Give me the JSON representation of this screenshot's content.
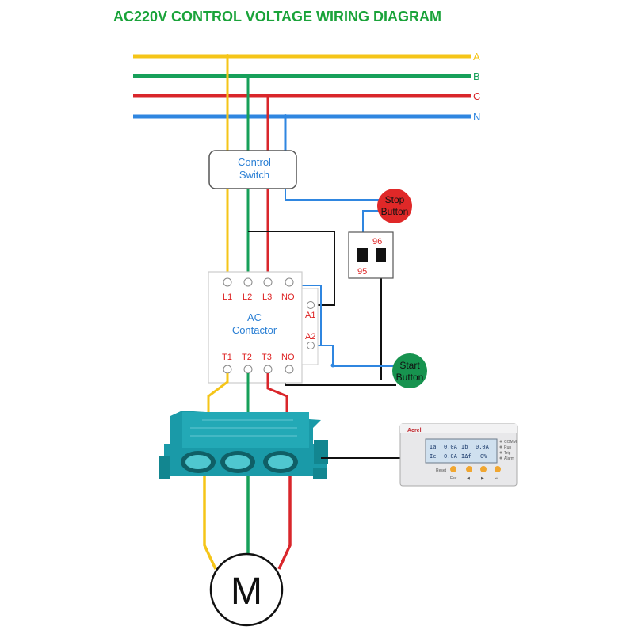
{
  "title": "AC220V CONTROL VOLTAGE WIRING DIAGRAM",
  "colors": {
    "A": "#f5c518",
    "B": "#17a05a",
    "C": "#d9262b",
    "N": "#2f86e0",
    "title": "#1aa33a"
  },
  "phases": [
    "A",
    "B",
    "C",
    "N"
  ],
  "control_switch": {
    "line1": "Control",
    "line2": "Switch"
  },
  "stop_button": {
    "line1": "Stop",
    "line2": "Button"
  },
  "start_button": {
    "line1": "Start",
    "line2": "Button"
  },
  "relay": {
    "t96": "96",
    "t95": "95"
  },
  "contactor": {
    "line1": "AC",
    "line2": "Contactor",
    "top_terminals": [
      "L1",
      "L2",
      "L3",
      "NO"
    ],
    "bottom_terminals": [
      "T1",
      "T2",
      "T3",
      "NO"
    ],
    "coil_terminals": [
      "A1",
      "A2"
    ]
  },
  "meter": {
    "brand": "Acrel",
    "lcd_row1": [
      "Ia",
      "0.0A",
      "Ib",
      "0.0A"
    ],
    "lcd_row2": [
      "Ic",
      "0.0A",
      "IΔf",
      "0%"
    ],
    "indicators": [
      "COMM",
      "Run",
      "Trip",
      "Alarm"
    ],
    "buttons": [
      "Reset",
      "Esc",
      "◀",
      "▶",
      "↵"
    ]
  },
  "motor": {
    "label": "M"
  }
}
